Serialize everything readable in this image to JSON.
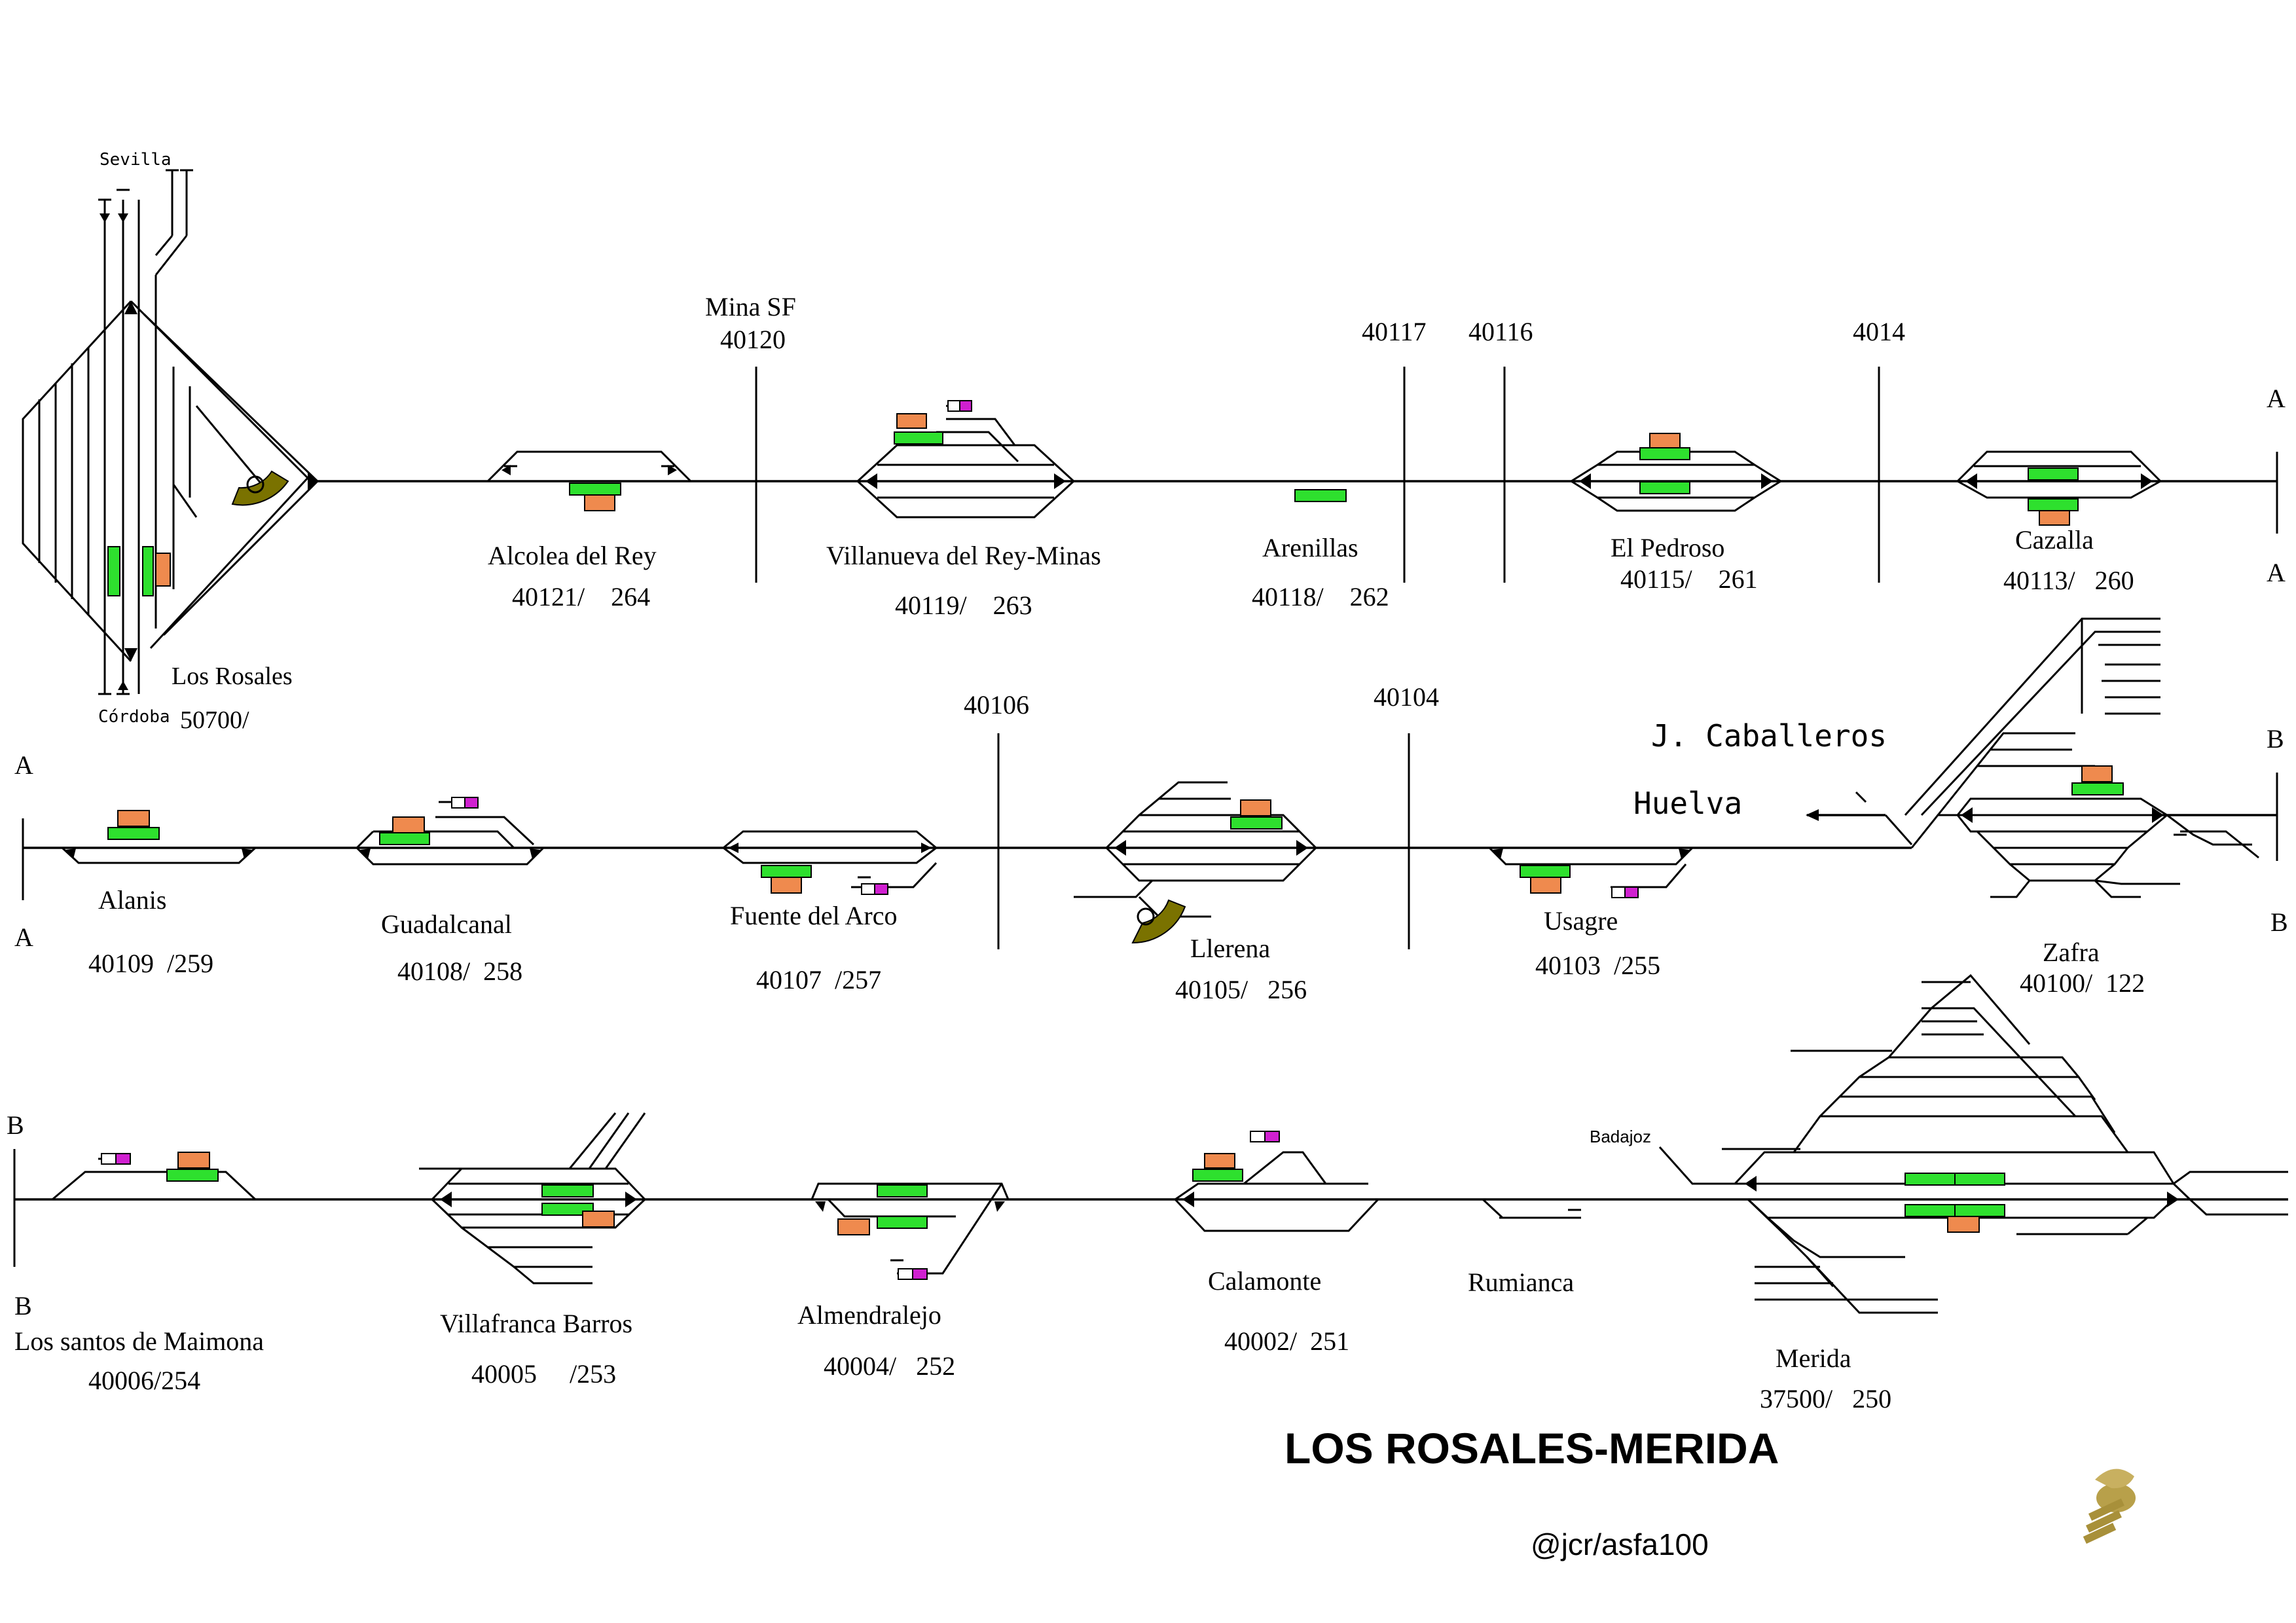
{
  "title": "LOS ROSALES-MERIDA",
  "credit": "@jcr/asfa100",
  "los_rosales": {
    "name": "Los Rosales",
    "code": "50700/",
    "north_label": "Sevilla",
    "south_label": "Córdoba"
  },
  "row1": {
    "stations": [
      {
        "name": "Alcolea del Rey",
        "code": "40121/    264"
      },
      {
        "name": "Villanueva del Rey-Minas",
        "code": "40119/    263"
      },
      {
        "name": "Arenillas",
        "code": "40118/    262"
      },
      {
        "name": "El Pedroso",
        "code": "40115/    261"
      },
      {
        "name": "Cazalla",
        "code": "40113/   260"
      }
    ],
    "markers": [
      {
        "name": "Mina SF",
        "code": "40120"
      },
      {
        "code": "40117"
      },
      {
        "code": "40116"
      },
      {
        "code": "4014"
      }
    ],
    "end_label_top": "A",
    "end_label_bottom": "A"
  },
  "row2": {
    "stations": [
      {
        "name": "Alanis",
        "code": "40109  /259"
      },
      {
        "name": "Guadalcanal",
        "code": "40108/  258"
      },
      {
        "name": "Fuente del Arco",
        "code": "40107  /257"
      },
      {
        "name": "Llerena",
        "code": "40105/   256"
      },
      {
        "name": "Usagre",
        "code": "40103  /255"
      },
      {
        "name": "Zafra",
        "code": "40100/  122"
      }
    ],
    "markers": [
      {
        "code": "40106"
      },
      {
        "code": "40104"
      }
    ],
    "branches": [
      "J. Caballeros",
      "Huelva"
    ],
    "start_label_top": "A",
    "start_label_bottom": "A",
    "end_label_top": "B",
    "end_label_bottom": "B"
  },
  "row3": {
    "stations": [
      {
        "name": "Los santos de Maimona",
        "code": "40006/254"
      },
      {
        "name": "Villafranca Barros",
        "code": "40005     /253"
      },
      {
        "name": "Almendralejo",
        "code": "40004/   252"
      },
      {
        "name": "Calamonte",
        "code": "40002/  251"
      },
      {
        "name": "Rumianca",
        "code": ""
      },
      {
        "name": "Merida",
        "code": "37500/   250"
      }
    ],
    "branches": [
      "Badajoz"
    ],
    "start_label_top": "B",
    "start_label_bottom": "B"
  },
  "colors": {
    "platform": "#2ee02e",
    "building": "#ef8a4e",
    "signal": "#d020d0",
    "turntable": "#7a7200",
    "logo": "#b8a04a"
  }
}
